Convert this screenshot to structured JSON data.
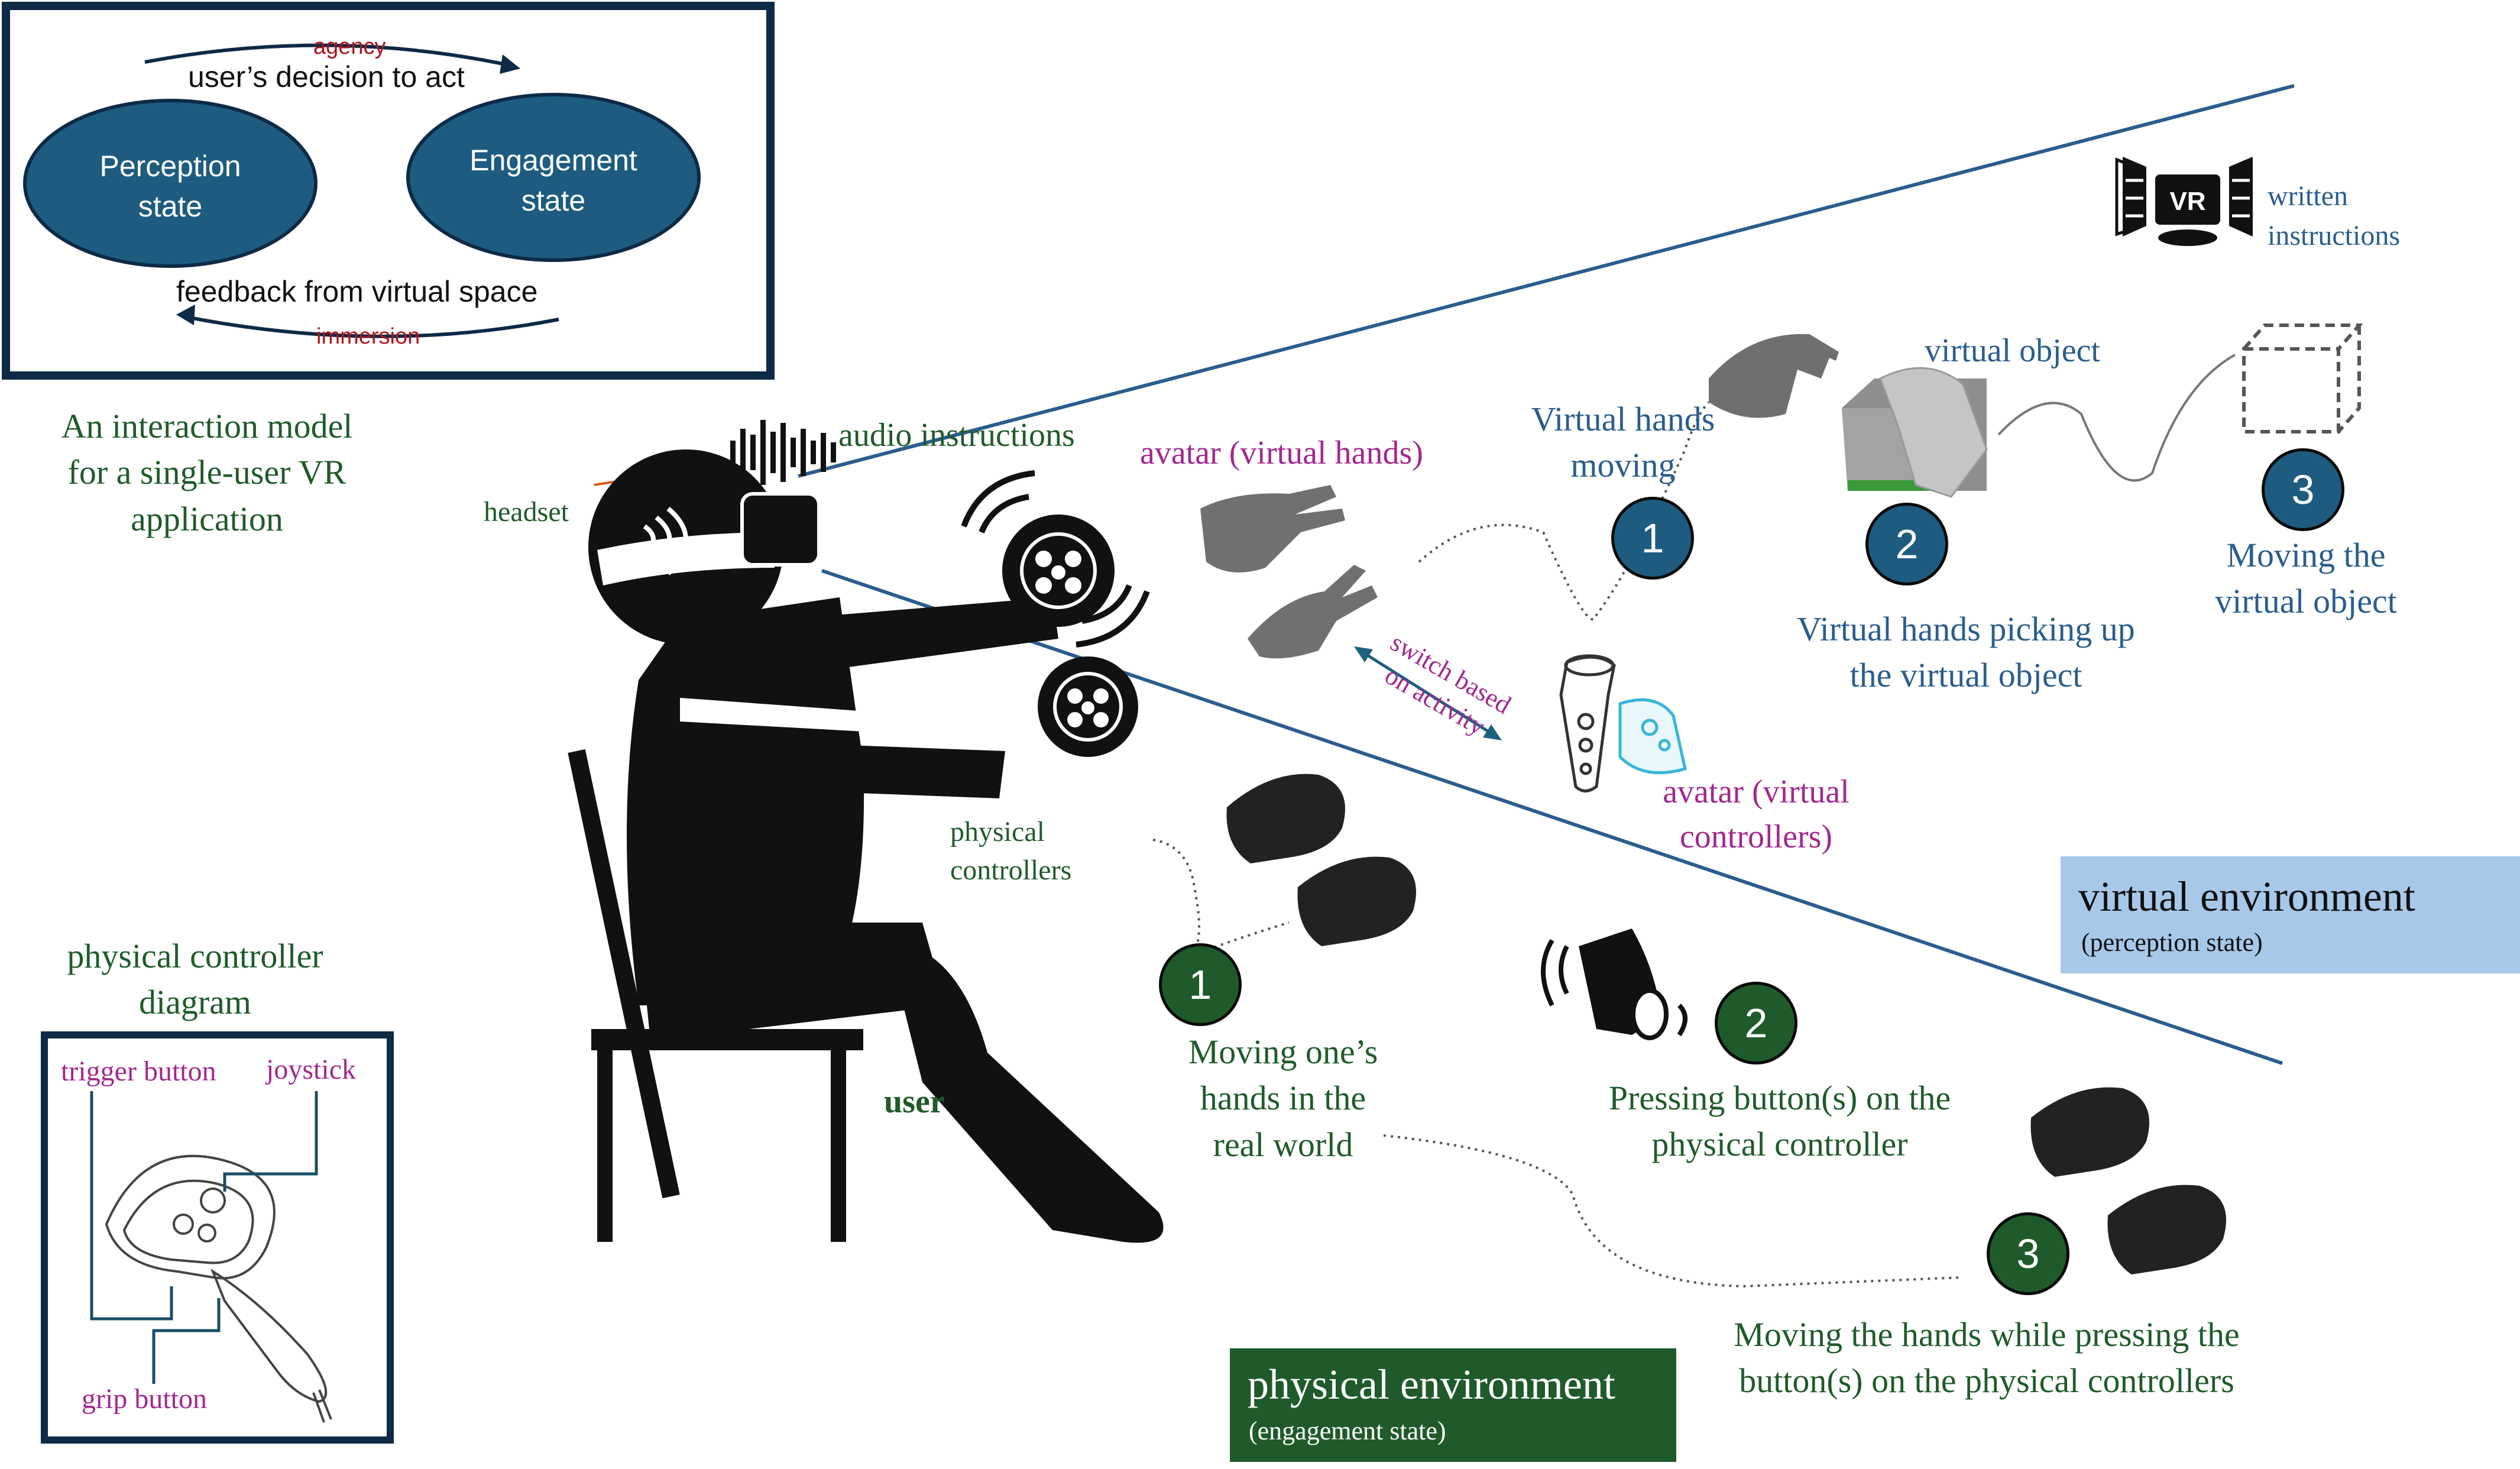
{
  "interaction_model": {
    "top_arrow_label": "agency",
    "top_text": "user’s decision to act",
    "left_state": "Perception state",
    "right_state": "Engagement state",
    "bottom_text": "feedback from virtual space",
    "bottom_arrow_label": "immersion",
    "caption": "An interaction model for a single-user VR application",
    "caption_lines": [
      "An interaction model",
      "for a single-user VR",
      "application"
    ]
  },
  "user": {
    "label": "user",
    "headset_label": "headset",
    "audio_label": "audio instructions",
    "physical_controllers_lines": [
      "physical",
      "controllers"
    ]
  },
  "controller_diagram": {
    "title_lines": [
      "physical controller",
      "diagram"
    ],
    "trigger": "trigger button",
    "joystick": "joystick",
    "grip": "grip button"
  },
  "virtual": {
    "env_title": "virtual environment",
    "env_subtitle": "(perception state)",
    "written_instructions_lines": [
      "written",
      "instructions"
    ],
    "virtual_object_label": "virtual object",
    "avatar_hands_label": "avatar (virtual hands)",
    "avatar_controllers_lines": [
      "avatar (virtual",
      "controllers)"
    ],
    "switch_lines": [
      "switch based",
      "on activity"
    ],
    "steps": [
      {
        "num": "1",
        "lines": [
          "Virtual hands",
          "moving"
        ]
      },
      {
        "num": "2",
        "lines": [
          "Virtual hands picking up",
          "the virtual object"
        ]
      },
      {
        "num": "3",
        "lines": [
          "Moving the",
          "virtual object"
        ]
      }
    ]
  },
  "physical": {
    "env_title": "physical environment",
    "env_subtitle": "(engagement state)",
    "steps": [
      {
        "num": "1",
        "lines": [
          "Moving one’s",
          "hands in the",
          "real world"
        ]
      },
      {
        "num": "2",
        "lines": [
          "Pressing button(s) on the",
          "physical controller"
        ]
      },
      {
        "num": "3",
        "lines": [
          "Moving the hands while pressing the",
          "button(s) on the physical controllers"
        ]
      }
    ]
  },
  "colors": {
    "state_fill": "#1d5c80",
    "step_blue": "#1d5c80",
    "step_green": "#1f5b2a",
    "virtual_box": "#a7c8e9",
    "physical_box": "#1f5b2a",
    "line_blue": "#2a5d8e",
    "navy_frame": "#0d2a47"
  },
  "icons": [
    "vr-headset-icon",
    "hand-grip-icon",
    "hand-press-icon",
    "cube-outline-icon",
    "sound-wave-icon",
    "vr-controller-icon"
  ]
}
